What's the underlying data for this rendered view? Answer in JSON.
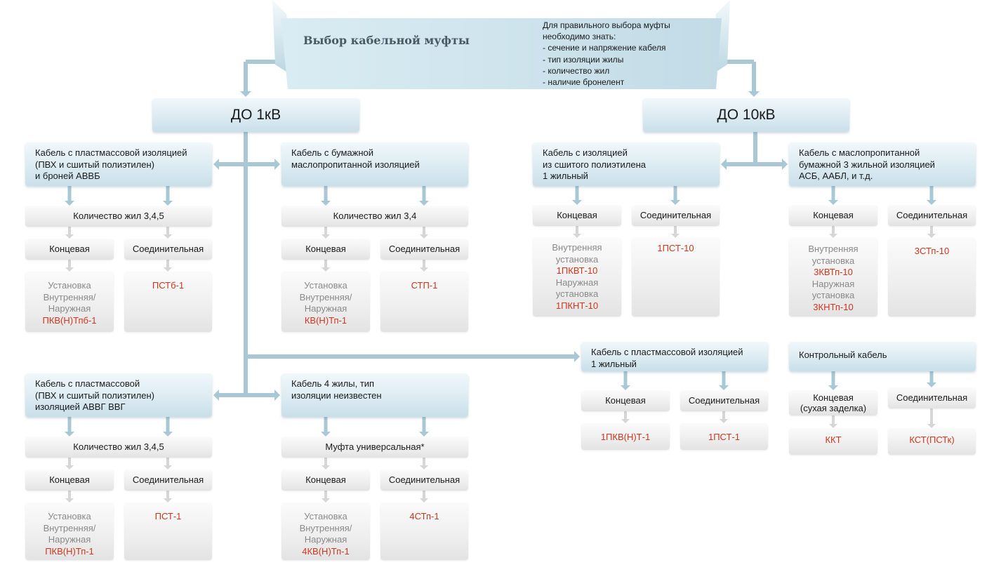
{
  "banner": {
    "title": "Выбор кабельной муфты",
    "info": [
      "Для правильного выбора муфты",
      "необходимо знать:",
      "- сечение и напряжение кабеля",
      "- тип изоляции жилы",
      "- количество жил",
      "- наличие бронелент"
    ]
  },
  "voltage": {
    "low": "ДО 1кВ",
    "high": "ДО 10кВ"
  },
  "categories": {
    "plastic_armored": [
      "Кабель с пластмассовой изоляцией",
      "(ПВХ и сшитый полиэтилен)",
      "и броней АВВБ"
    ],
    "paper": [
      "Кабель с бумажной",
      "маслопропитанной изоляцией"
    ],
    "plastic_avvg": [
      "Кабель с пластмассовой",
      "(ПВХ и сшитый полиэтилен)",
      "изоляцией АВВГ ВВГ"
    ],
    "unknown4": [
      "Кабель 4 жилы, тип",
      "изоляции неизвестен"
    ],
    "xlpe_single": [
      "Кабель с изоляцией",
      "из сшитого полиэтилена",
      "1 жильный"
    ],
    "paper3_10": [
      "Кабель с маслопропитанной",
      "бумажной 3 жильной изоляцией",
      "АСБ, ААБЛ, и т.д."
    ],
    "plastic_single": [
      "Кабель с пластмассовой изоляцией",
      "1 жильный"
    ],
    "control": [
      "Контрольный кабель"
    ]
  },
  "cores": {
    "c345_a": "Количество жил 3,4,5",
    "c34": "Количество жил 3,4",
    "c345_b": "Количество жил 3,4,5",
    "universal": "Муфта универсальная*"
  },
  "types": {
    "end": "Концевая",
    "joint": "Соединительная",
    "end_dry": [
      "Концевая",
      "(сухая заделка)"
    ]
  },
  "results": {
    "r1": [
      [
        "Установка",
        "gray"
      ],
      [
        "Внутренняя/",
        "gray"
      ],
      [
        "Наружная",
        "gray"
      ],
      [
        "ПКВ(Н)Тпб-1",
        "red"
      ]
    ],
    "r2": [
      [
        "ПСТб-1",
        "red"
      ]
    ],
    "r3": [
      [
        "Установка",
        "gray"
      ],
      [
        "Внутренняя/",
        "gray"
      ],
      [
        "Наружная",
        "gray"
      ],
      [
        "КВ(Н)Тп-1",
        "red"
      ]
    ],
    "r4": [
      [
        "СТП-1",
        "red"
      ]
    ],
    "r5": [
      [
        "Установка",
        "gray"
      ],
      [
        "Внутренняя/",
        "gray"
      ],
      [
        "Наружная",
        "gray"
      ],
      [
        "ПКВ(Н)Тп-1",
        "red"
      ]
    ],
    "r6": [
      [
        "ПСТ-1",
        "red"
      ]
    ],
    "r7": [
      [
        "Установка",
        "gray"
      ],
      [
        "Внутренняя/",
        "gray"
      ],
      [
        "Наружная",
        "gray"
      ],
      [
        "4КВ(Н)Тп-1",
        "red"
      ]
    ],
    "r8": [
      [
        "4СТп-1",
        "red"
      ]
    ],
    "r9": [
      [
        "Внутренняя",
        "gray"
      ],
      [
        "установка",
        "gray"
      ],
      [
        "1ПКВТ-10",
        "red"
      ],
      [
        "Наружная",
        "gray"
      ],
      [
        "установка",
        "gray"
      ],
      [
        "1ПКНТ-10",
        "red"
      ]
    ],
    "r10": [
      [
        "1ПСТ-10",
        "red"
      ]
    ],
    "r11": [
      [
        "Внутренняя",
        "gray"
      ],
      [
        "установка",
        "gray"
      ],
      [
        "3КВТп-10",
        "red"
      ],
      [
        "Наружная",
        "gray"
      ],
      [
        "установка",
        "gray"
      ],
      [
        "3КНТп-10",
        "red"
      ]
    ],
    "r12": [
      [
        "3СТп-10",
        "red"
      ]
    ],
    "r13": [
      [
        "1ПКВ(Н)Т-1",
        "red"
      ]
    ],
    "r14": [
      [
        "1ПСТ-1",
        "red"
      ]
    ],
    "r15": [
      [
        "ККТ",
        "red"
      ]
    ],
    "r16": [
      [
        "КСТ(ПСТк)",
        "red"
      ]
    ]
  },
  "colors": {
    "connector": "#a9c8d6",
    "connector_light": "#d6d6d6",
    "accent_red": "#d4351c",
    "muted_text": "#8a8a8a"
  }
}
